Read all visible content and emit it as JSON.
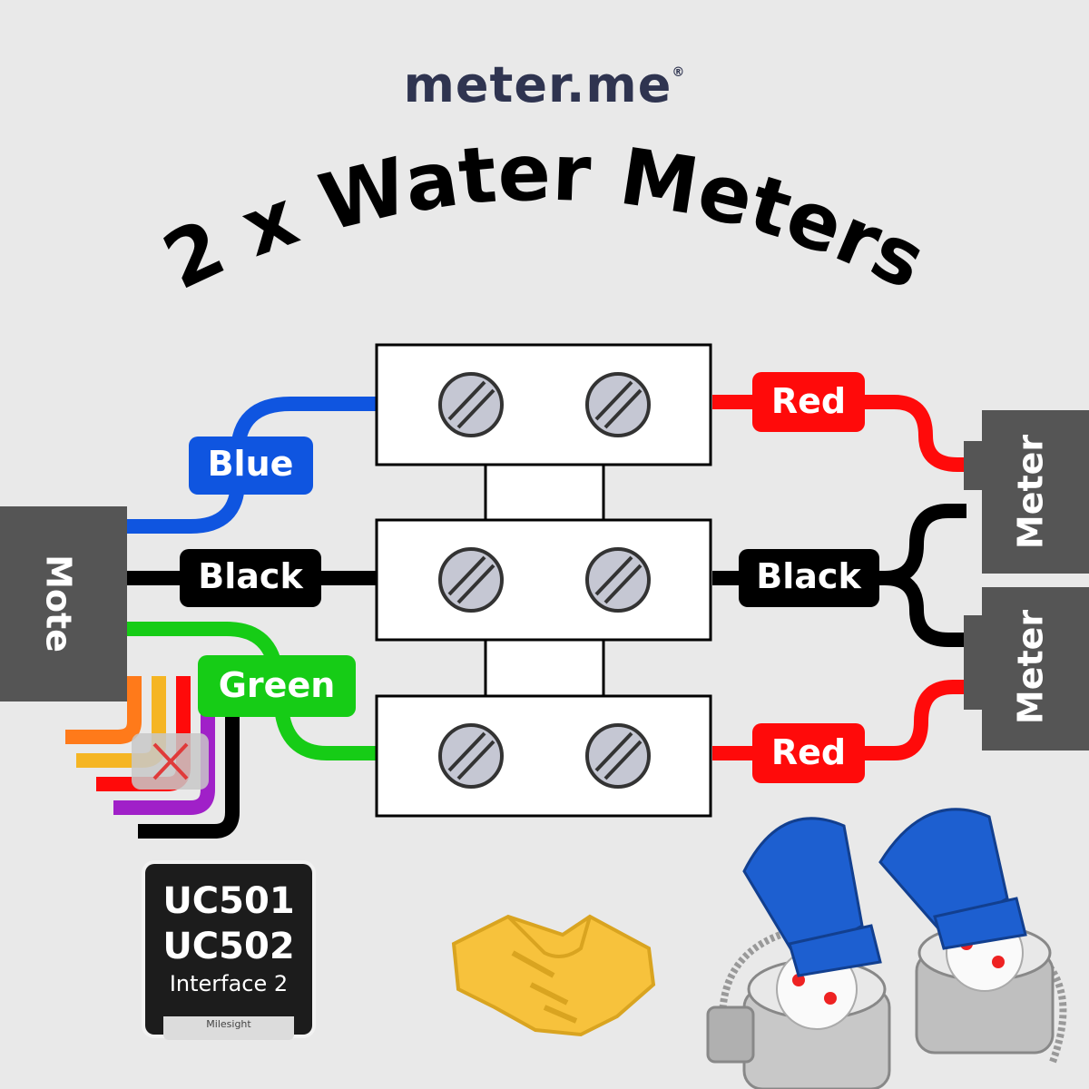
{
  "logo": {
    "text": "meter.me",
    "mark": "®"
  },
  "title": "2 x Water Meters",
  "labels": {
    "mote": "Mote",
    "blue": "Blue",
    "black_left": "Black",
    "green": "Green",
    "red_top": "Red",
    "black_right": "Black",
    "red_bottom": "Red",
    "meter_top": "Meter",
    "meter_bottom": "Meter"
  },
  "device": {
    "line1": "UC501",
    "line2": "UC502",
    "line3": "Interface 2",
    "brand": "Milesight"
  },
  "colors": {
    "blue": "#0f55e0",
    "black": "#000000",
    "green": "#16cc16",
    "red": "#ff0a0a",
    "orange": "#ff7a1a",
    "yellow": "#f5b523",
    "purple": "#a020c8",
    "box": "#555555",
    "text_dark": "#2f3450"
  },
  "icons": [
    "handshake-icon",
    "water-meter-icon",
    "cross-icon"
  ]
}
